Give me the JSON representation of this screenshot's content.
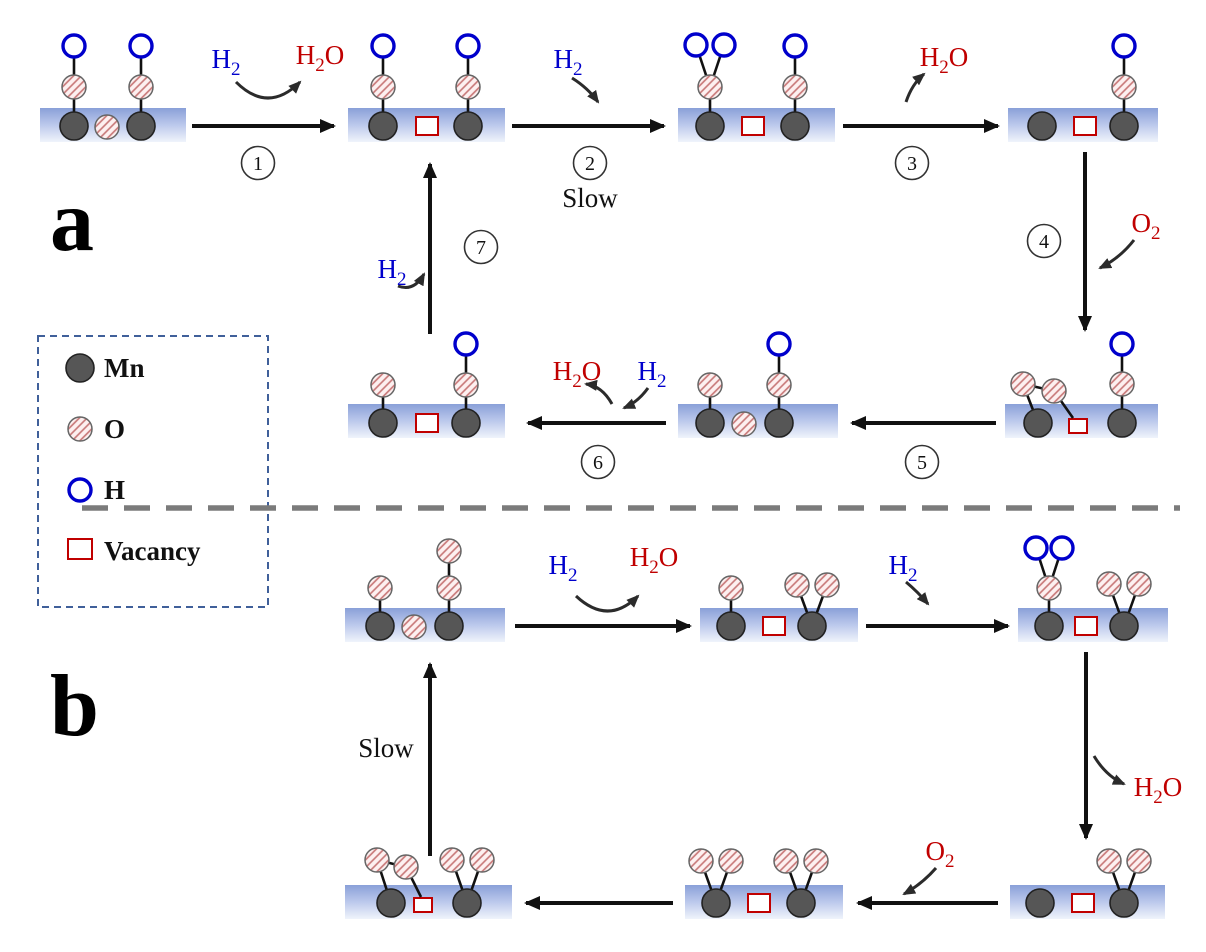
{
  "figure": {
    "panel_a_label": "a",
    "panel_b_label": "b"
  },
  "legend": {
    "items": [
      {
        "icon": "mn-icon",
        "label": "Mn",
        "color": "#565656"
      },
      {
        "icon": "o-icon",
        "label": "O",
        "color": "#c00000"
      },
      {
        "icon": "h-icon",
        "label": "H",
        "color": "#0000cc"
      },
      {
        "icon": "vacancy-icon",
        "label": "Vacancy",
        "color": "#c00000"
      }
    ]
  },
  "chem": {
    "h": "H",
    "o": "O",
    "sub_two": "2"
  },
  "labels": {
    "slow": "Slow"
  },
  "steps": [
    "1",
    "2",
    "3",
    "4",
    "5",
    "6",
    "7"
  ],
  "colors": {
    "h2_text": "#0000cc",
    "h2o_text": "#c00000",
    "o2_text": "#c00000",
    "mn_fill": "#565656",
    "o_hatch": "#c97b7b",
    "h_stroke": "#0000cc",
    "vacancy_stroke": "#c00000",
    "surface_blue": "#8aa0d8",
    "arrow": "#111111"
  }
}
